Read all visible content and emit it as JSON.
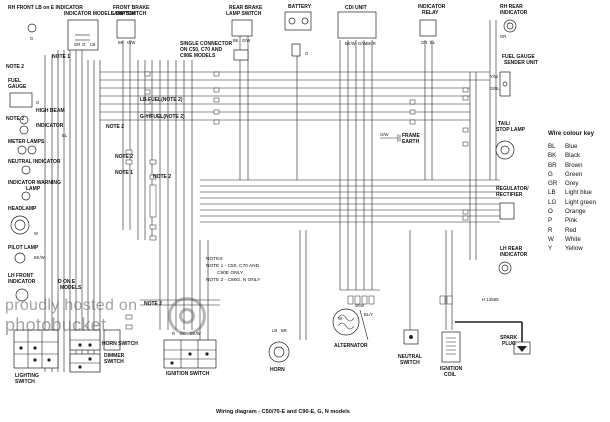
{
  "components": {
    "rh_front_indicator_models_switch": [
      "RH FRONT LB on E INDICATOR",
      "INDICATOR MODELS SWITCH"
    ],
    "front_brake_lamp_switch": [
      "FRONT BRAKE",
      "LAMP SWITCH"
    ],
    "rear_brake_lamp_switch": [
      "REAR BRAKE",
      "LAMP SWITCH"
    ],
    "battery": "BATTERY",
    "cdi_unit": "CDI UNIT",
    "indicator_relay": [
      "INDICATOR",
      "RELAY"
    ],
    "rh_rear_indicator": [
      "RH REAR",
      "INDICATOR"
    ],
    "single_connector": [
      "SINGLE CONNECTOR",
      "ON C50, C70 AND",
      "C90E MODELS"
    ],
    "fuel_gauge_sender": [
      "FUEL GAUGE",
      "SENDER UNIT"
    ],
    "fuel_gauge": [
      "FUEL",
      "GAUGE"
    ],
    "high_beam": "HIGH BEAM",
    "indicator": "INDICATOR",
    "meter_lamps": "METER LAMPS",
    "neutral_indicator": "NEUTRAL INDICATOR",
    "indicator_warning_lamp": [
      "INDICATOR WARNING",
      "LAMP"
    ],
    "headlamp": "HEADLAMP",
    "pilot_lamp": "PILOT LAMP",
    "lh_front_indicator": [
      "LH FRONT",
      "INDICATOR"
    ],
    "d_on_e_models": [
      "D ON E",
      "MODELS"
    ],
    "lighting_switch": [
      "LIGHTING",
      "SWITCH"
    ],
    "horn_switch": "HORN SWITCH",
    "dimmer_switch": [
      "DIMMER",
      "SWITCH"
    ],
    "ignition_switch": "IGNITION SWITCH",
    "horn": "HORN",
    "alternator": "ALTERNATOR",
    "neutral_switch": [
      "NEUTRAL",
      "SWITCH"
    ],
    "ignition_coil": [
      "IGNITION",
      "COIL"
    ],
    "spark_plug": [
      "SPARK",
      "PLUG"
    ],
    "frame_earth": [
      "FRAME",
      "EARTH"
    ],
    "tail_stop_lamp": [
      "TAIL/",
      "STOP LAMP"
    ],
    "regulator_rectifier": [
      "REGULATOR/",
      "RECTIFIER"
    ],
    "lh_rear_indicator": [
      "LH REAR",
      "INDICATOR"
    ]
  },
  "note_markers": {
    "note1": "NOTE 1",
    "note2": "NOTE 2",
    "lb_fuel_note2": "LB FUEL(NOTE 2)",
    "g_fuel_note2": "G-Y/FUEL(NOTE 2)"
  },
  "notes": {
    "heading": "NOTES",
    "note1_line1": "NOTE 1 - C50, C70 AND",
    "note1_line2": "C90E ONLY",
    "note2_line1": "NOTE 2 - C90G, N ONLY"
  },
  "wire_codes": {
    "g": "G",
    "w": "W",
    "bk": "BK",
    "gw": "G/W",
    "gr": "GR",
    "lb": "LB",
    "o": "O",
    "bl": "BL",
    "br": "BR",
    "y": "Y",
    "r": "R",
    "bkw": "BK/W",
    "bkr": "BK/R",
    "bkbl": "BK/BL",
    "bly": "BL/Y",
    "ww": "W/W",
    "yw": "Y/W",
    "gbl": "G/BL"
  },
  "reference_code": "H 12565",
  "caption": "Wiring diagram - C50/70-E and C90-E, G, N models",
  "wire_key": {
    "title": "Wire colour key",
    "entries": [
      {
        "code": "BL",
        "name": "Blue"
      },
      {
        "code": "BK",
        "name": "Black"
      },
      {
        "code": "BR",
        "name": "Brown"
      },
      {
        "code": "G",
        "name": "Green"
      },
      {
        "code": "GR",
        "name": "Grey"
      },
      {
        "code": "LB",
        "name": "Light blue"
      },
      {
        "code": "LG",
        "name": "Light green"
      },
      {
        "code": "O",
        "name": "Orange"
      },
      {
        "code": "P",
        "name": "Pink"
      },
      {
        "code": "R",
        "name": "Red"
      },
      {
        "code": "W",
        "name": "White"
      },
      {
        "code": "Y",
        "name": "Yellow"
      }
    ]
  },
  "watermark": {
    "line1": "proudly hosted on",
    "line2": "photobucket"
  }
}
